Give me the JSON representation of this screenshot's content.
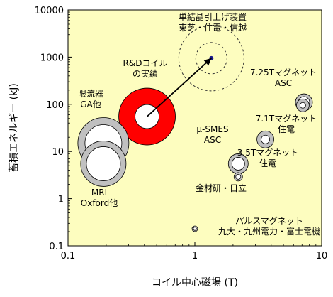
{
  "chart_data": {
    "type": "scatter",
    "xlabel": "コイル中心磁場 (T)",
    "ylabel": "蓄積エネルギー (kJ)",
    "x_scale": "log",
    "y_scale": "log",
    "xlim": [
      0.1,
      10
    ],
    "ylim": [
      0.1,
      10000
    ],
    "x_ticks": [
      "0.1",
      "1",
      "10"
    ],
    "y_ticks": [
      "0.1",
      "1",
      "10",
      "100",
      "1000",
      "10000"
    ],
    "grid": false,
    "background": "#fdfdbf",
    "arrow": {
      "from": [
        0.42,
        55
      ],
      "to": [
        1.35,
        950
      ]
    },
    "points": [
      {
        "id": "rd",
        "x": 0.42,
        "y": 55,
        "style": "red-ring",
        "label": [
          "R&Dコイル",
          "の実績"
        ]
      },
      {
        "id": "ga",
        "x": 0.19,
        "y": 15,
        "style": "gray-ring",
        "label": [
          "限流器",
          "GA他"
        ]
      },
      {
        "id": "mri",
        "x": 0.19,
        "y": 5.5,
        "style": "gray-ring",
        "label": [
          "MRI",
          "Oxford他"
        ]
      },
      {
        "id": "crystal",
        "x": 1.35,
        "y": 950,
        "style": "dashed",
        "label": [
          "単結晶引上げ装置",
          "東芝・住電・信越"
        ]
      },
      {
        "id": "smes",
        "x": 2.2,
        "y": 5.5,
        "style": "small-ring",
        "label": [
          "μ-SMES",
          "ASC"
        ]
      },
      {
        "id": "kinzai",
        "x": 2.2,
        "y": 2.9,
        "style": "small-ring",
        "label": [
          "金材研・日立"
        ]
      },
      {
        "id": "t35",
        "x": 3.6,
        "y": 18,
        "style": "small-ring",
        "label": [
          "3.5Tマグネット",
          "住電"
        ]
      },
      {
        "id": "t725",
        "x": 7.25,
        "y": 110,
        "style": "small-ring",
        "label": [
          "7.25Tマグネット",
          "ASC"
        ]
      },
      {
        "id": "t71",
        "x": 7.1,
        "y": 95,
        "style": "small-ring",
        "label": [
          "7.1Tマグネット",
          "住電"
        ]
      },
      {
        "id": "pulse",
        "x": 1.0,
        "y": 0.23,
        "style": "small-ring",
        "label": [
          "パルスマグネット",
          "九大・九州電力・富士電機"
        ]
      }
    ]
  }
}
